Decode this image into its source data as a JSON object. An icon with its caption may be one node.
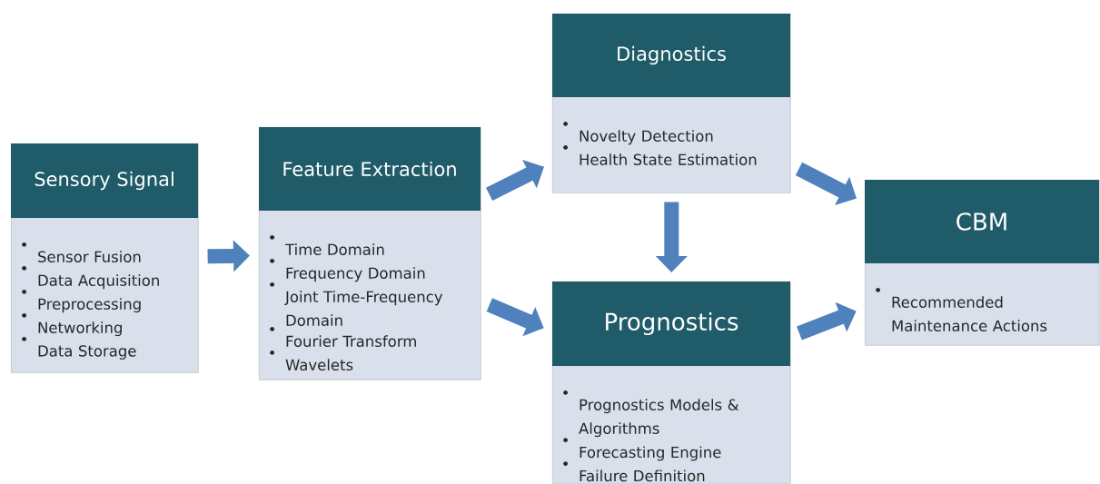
{
  "diagram": {
    "nodes": [
      {
        "text": [
          "Sensory Signal",
          "Sensor Fusion",
          "Data Acquisition",
          "Preprocessing",
          "Networking",
          "Data Storage"
        ]
      },
      {
        "text": [
          "Feature Extraction",
          "Time Domain",
          "Frequency Domain",
          "Joint Time-Frequency Domain",
          "Fourier Transform",
          "Wavelets"
        ]
      },
      {
        "text": [
          "Diagnostics",
          "Novelty Detection",
          "Health State Estimation"
        ]
      },
      {
        "text": [
          "Prognostics",
          "Prognostics Models & Algorithms",
          "Forecasting Engine",
          "Failure Definition"
        ]
      },
      {
        "text": [
          "CBM",
          "Recommended Maintenance Actions"
        ]
      }
    ],
    "edges": [
      {
        "from": 0,
        "to": 1,
        "arrow": "to"
      },
      {
        "from": 1,
        "to": 2,
        "arrow": "to"
      },
      {
        "from": 1,
        "to": 3,
        "arrow": "to"
      },
      {
        "from": 2,
        "to": 3,
        "arrow": "to"
      },
      {
        "from": 2,
        "to": 4,
        "arrow": "to"
      },
      {
        "from": 3,
        "to": 4,
        "arrow": "to"
      }
    ]
  }
}
